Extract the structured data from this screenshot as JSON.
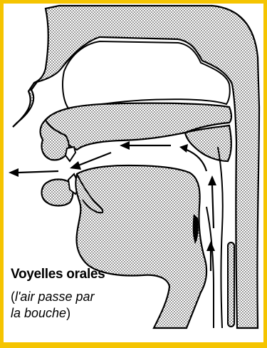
{
  "diagram": {
    "caption_title": "Voyelles orales",
    "note_open": "(",
    "note_line1": "l'air passe par",
    "note_line2": "la bouche",
    "note_close": ")"
  },
  "colors": {
    "border": "#f5c400",
    "tissue_fill": "#d9d9d9",
    "outline": "#000000"
  }
}
